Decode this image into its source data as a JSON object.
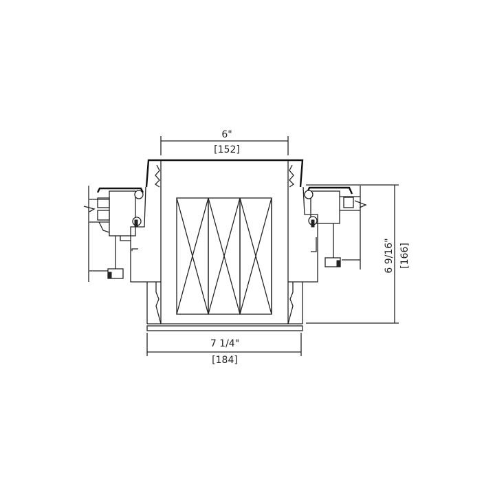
{
  "dimensions": {
    "top_width": {
      "imperial": "6\"",
      "metric": "[152]"
    },
    "bottom_width": {
      "imperial": "7 1/4\"",
      "metric": "[184]"
    },
    "height": {
      "imperial": "6 9/16\"",
      "metric": "[166]"
    }
  }
}
